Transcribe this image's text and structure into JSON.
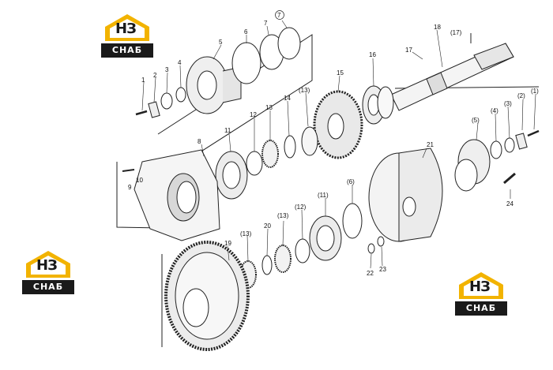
{
  "logos": [
    {
      "code": "НЗ",
      "brand": "СНАБ",
      "accent": "#f2b300"
    },
    {
      "code": "НЗ",
      "brand": "СНАБ",
      "accent": "#f2b300"
    },
    {
      "code": "НЗ",
      "brand": "СНАБ",
      "accent": "#f2b300"
    }
  ],
  "callouts": {
    "c1": "1",
    "c2": "2",
    "c3": "3",
    "c4": "4",
    "c5": "5",
    "c6": "6",
    "c7": "7",
    "c8": "8",
    "c9": "9",
    "c10": "10",
    "c11": "11",
    "c12": "12",
    "c13a": "13",
    "c13b": "(13)",
    "c14": "14",
    "c15": "15",
    "c16": "16",
    "c17": "17",
    "c17b": "(17)",
    "c18": "18",
    "c19": "19",
    "c20": "20",
    "c21": "21",
    "c22": "22",
    "c23": "23",
    "c24": "24",
    "c1b": "(1)",
    "c2b": "(2)",
    "c3b": "(3)",
    "c4b": "(4)",
    "c5b": "(5)",
    "c6b": "(6)",
    "c11b": "(11)",
    "c12b": "(12)",
    "c13c": "(13)",
    "c13d": "(13)"
  }
}
